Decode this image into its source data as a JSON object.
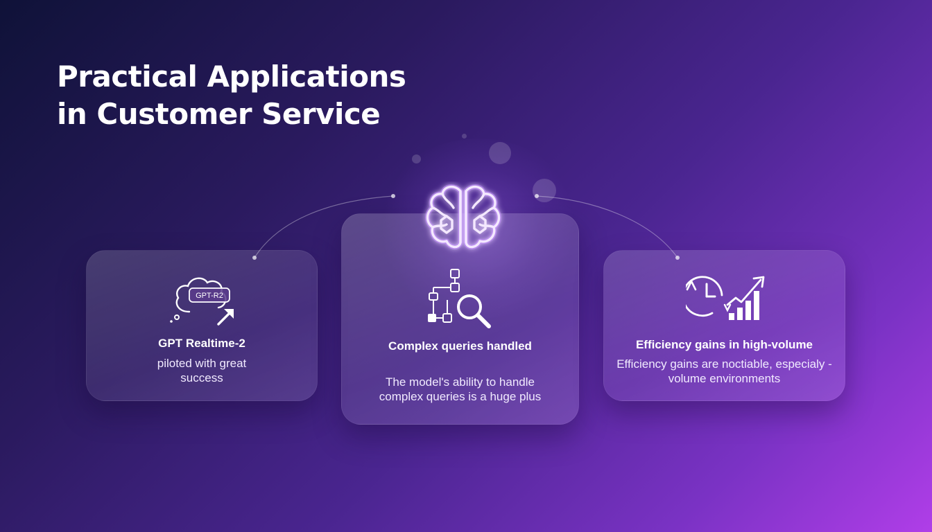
{
  "slide": {
    "title_line1": "Practical Applications",
    "title_line2": "in Customer Service"
  },
  "cards": [
    {
      "title": "GPT Realtime-2",
      "body": "piloted with great success",
      "icon": "cloud-speech-arrow-icon",
      "icon_label": "GPT-R2"
    },
    {
      "title": "Complex queries handled",
      "body": "The model's ability to handle complex queries is a huge plus",
      "icon": "flowchart-magnifier-icon"
    },
    {
      "title": "Efficiency gains in high-volume",
      "body": "Efficiency gains are noctiable, especialy -volume environments",
      "icon": "clock-growth-chart-icon"
    }
  ],
  "center_icon": "brain-circuit-icon",
  "colors": {
    "bg_start": "#0f1238",
    "bg_end": "#b03ee8",
    "brain_glow": "#b77bff"
  }
}
